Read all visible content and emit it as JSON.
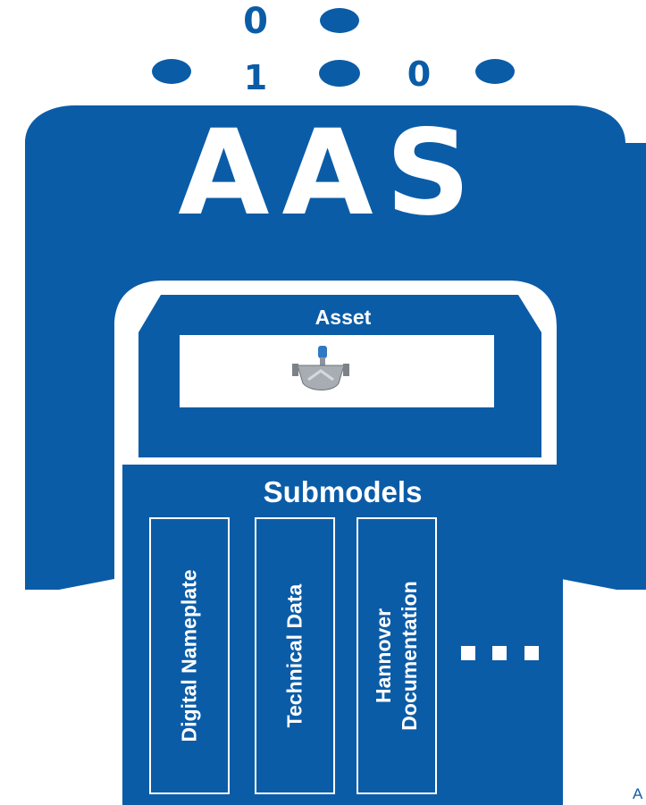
{
  "colors": {
    "primary_blue": "#0b5ca7",
    "background": "#ffffff"
  },
  "binary_symbols": [
    "0",
    "1",
    "0"
  ],
  "aas": {
    "title": "AAS"
  },
  "asset": {
    "title": "Asset",
    "image_icon": "coriolis-flowmeter-icon"
  },
  "submodels": {
    "title": "Submodels",
    "items": [
      {
        "lines": [
          "Digital Nameplate"
        ]
      },
      {
        "lines": [
          "Technical Data"
        ]
      },
      {
        "lines": [
          "Hannover",
          "Documentation"
        ]
      }
    ],
    "more_icon": "ellipsis-icon"
  },
  "footer": {
    "letter": "A"
  }
}
